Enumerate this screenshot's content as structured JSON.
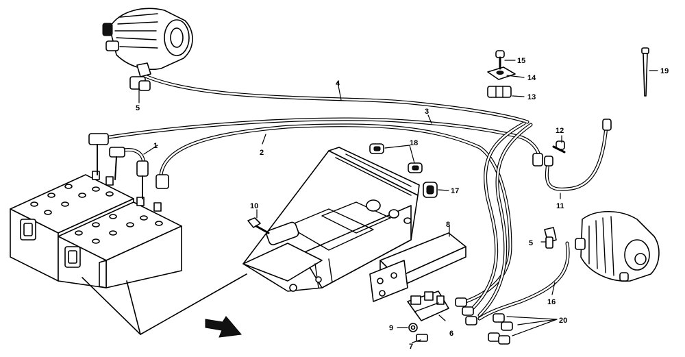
{
  "diagram": {
    "labels": [
      {
        "id": "1",
        "text": "1"
      },
      {
        "id": "2",
        "text": "2"
      },
      {
        "id": "3",
        "text": "3"
      },
      {
        "id": "4",
        "text": "4"
      },
      {
        "id": "5a",
        "text": "5"
      },
      {
        "id": "5b",
        "text": "5"
      },
      {
        "id": "6",
        "text": "6"
      },
      {
        "id": "7",
        "text": "7"
      },
      {
        "id": "8",
        "text": "8"
      },
      {
        "id": "9",
        "text": "9"
      },
      {
        "id": "10",
        "text": "10"
      },
      {
        "id": "11",
        "text": "11"
      },
      {
        "id": "12",
        "text": "12"
      },
      {
        "id": "13",
        "text": "13"
      },
      {
        "id": "14",
        "text": "14"
      },
      {
        "id": "15",
        "text": "15"
      },
      {
        "id": "16",
        "text": "16"
      },
      {
        "id": "17",
        "text": "17"
      },
      {
        "id": "18",
        "text": "18"
      },
      {
        "id": "19",
        "text": "19"
      },
      {
        "id": "20",
        "text": "20"
      }
    ]
  }
}
